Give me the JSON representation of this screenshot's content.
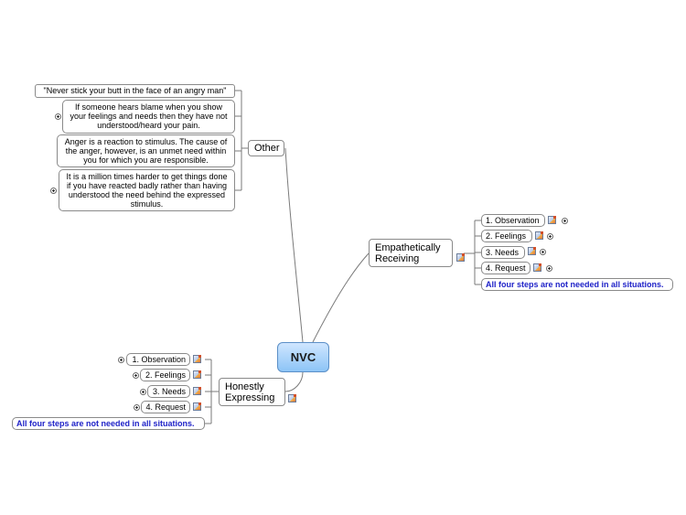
{
  "center": {
    "label": "NVC"
  },
  "other": {
    "label": "Other",
    "items": [
      "\"Never stick your butt in the face of an angry man\"",
      "If someone hears blame when you show your feelings and needs then they have not understood/heard your pain.",
      "Anger is a reaction to stimulus. The cause of the anger, however, is an unmet need within you for which you are responsible.",
      "It is a million times harder to get things done if you have reacted badly rather than having understood the need behind the expressed stimulus."
    ]
  },
  "receiving": {
    "label": "Empathetically Receiving",
    "steps": [
      "1. Observation",
      "2. Feelings",
      "3. Needs",
      "4. Request"
    ],
    "note": "All four steps are not needed in all situations."
  },
  "expressing": {
    "label": "Honestly Expressing",
    "steps": [
      "1. Observation",
      "2. Feelings",
      "3. Needs",
      "4. Request"
    ],
    "note": "All four steps are not needed in all situations."
  },
  "colors": {
    "center_fill": "#a9d3fb",
    "note_text": "#1f22c8",
    "connector": "#7a7a7a"
  }
}
